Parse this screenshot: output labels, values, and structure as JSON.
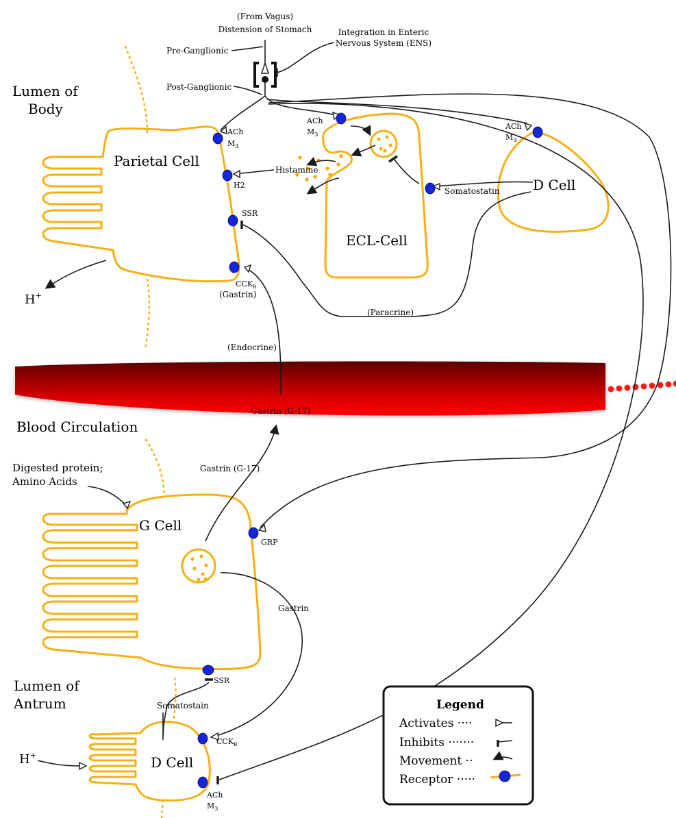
{
  "diagram": {
    "vagus_source": "(From Vagus)",
    "vagus_stimulus": "Distension of Stomach",
    "ens_line1": "Integration in Enteric",
    "ens_line2": "Nervous System (ENS)",
    "pre_ganglionic": "Pre-Ganglionic",
    "post_ganglionic": "Post-Ganglionic",
    "lumen_body_1": "Lumen of",
    "lumen_body_2": "Body",
    "parietal_cell": "Parietal Cell",
    "ecl_cell": "ECL-Cell",
    "d_cell_body": "D Cell",
    "ach": "ACh",
    "m3_letter": "M",
    "m3_sub": "3",
    "h2": "H2",
    "histamine": "Histamine",
    "ssr": "SSR",
    "cckb": "CCK",
    "cckb_sub": "B",
    "gastrin_paren": "(Gastrin)",
    "somatostatin": "Somatostatin",
    "paracrine": "(Paracrine)",
    "endocrine": "(Endocrine)",
    "h_plus": "H",
    "h_plus_sup": "+",
    "blood_circulation": "Blood Circulation",
    "gastrin_g17": "Gastrin (G-17)",
    "digested_protein_1": "Digested protein;",
    "digested_protein_2": "Amino Acids",
    "g_cell": "G Cell",
    "grp": "GRP",
    "gastrin": "Gastrin",
    "lumen_antrum_1": "Lumen of",
    "lumen_antrum_2": "Antrum",
    "somatostain": "Somatostain",
    "d_cell_antrum": "D Cell"
  },
  "legend": {
    "title": "Legend",
    "activates": "Activates ····",
    "inhibits": "Inhibits ·······",
    "movement": "Movement ··",
    "receptor": "Receptor ·····"
  },
  "colors": {
    "cell_membrane": "#f5b014",
    "receptor": "#1525d8",
    "blood": "#d40000",
    "lines": "#1a1a1a"
  }
}
